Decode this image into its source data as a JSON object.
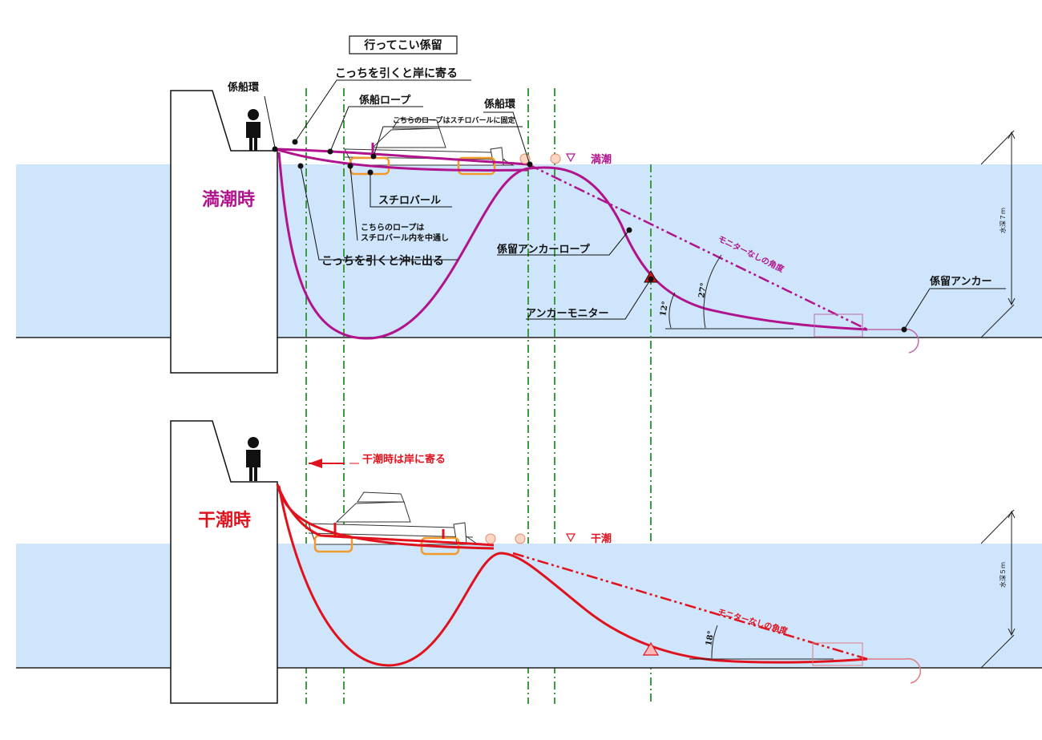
{
  "title": "行ってこい係留",
  "colors": {
    "water": "#cfe5fb",
    "high_tide_rope": "#b0138d",
    "low_tide_rope": "#e0121d",
    "guide_line": "#3d9c3d",
    "float": "#f39a2c"
  },
  "high_tide": {
    "state_label": "満潮時",
    "water_level_label": "満潮",
    "depth_label": "水深７ｍ",
    "labels": {
      "mooring_ring_left": "係船環",
      "pull_to_shore": "こっちを引くと岸に寄る",
      "mooring_rope": "係船ロープ",
      "mooring_ring_right": "係船環",
      "rope_fixed_note": "こちらのロープはスチロバールに固定",
      "styrofoam": "スチロバール",
      "rope_through_note_1": "こちらのロープは",
      "rope_through_note_2": "スチロバール内を中通し",
      "pull_to_sea": "こっちを引くと沖に出る",
      "anchor_rope": "係留アンカーロープ",
      "anchor_monitor": "アンカーモニター",
      "anchor": "係留アンカー",
      "no_monitor_angle": "モニターなしの角度"
    },
    "angle_with_monitor": "12°",
    "angle_without_monitor": "27°"
  },
  "low_tide": {
    "state_label": "干潮時",
    "water_level_label": "干潮",
    "depth_label": "水深５ｍ",
    "shore_note": "干潮時は岸に寄る",
    "no_monitor_angle": "モニターなしの角度",
    "angle_without_monitor": "18°"
  }
}
